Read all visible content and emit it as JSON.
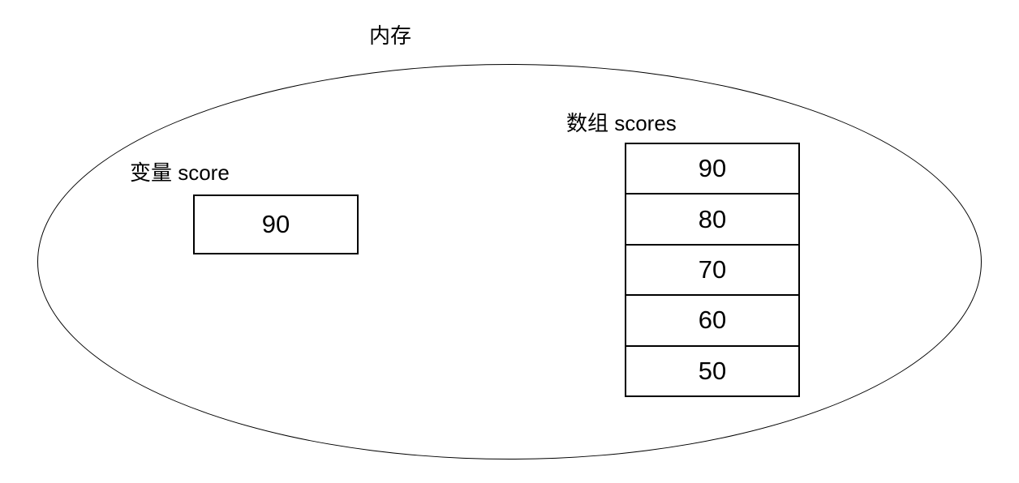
{
  "title": "内存",
  "variable": {
    "label": "变量 score",
    "value": "90"
  },
  "array": {
    "label": "数组 scores",
    "values": [
      "90",
      "80",
      "70",
      "60",
      "50"
    ]
  },
  "colors": {
    "line": "#000000",
    "background": "#ffffff",
    "text": "#000000"
  }
}
